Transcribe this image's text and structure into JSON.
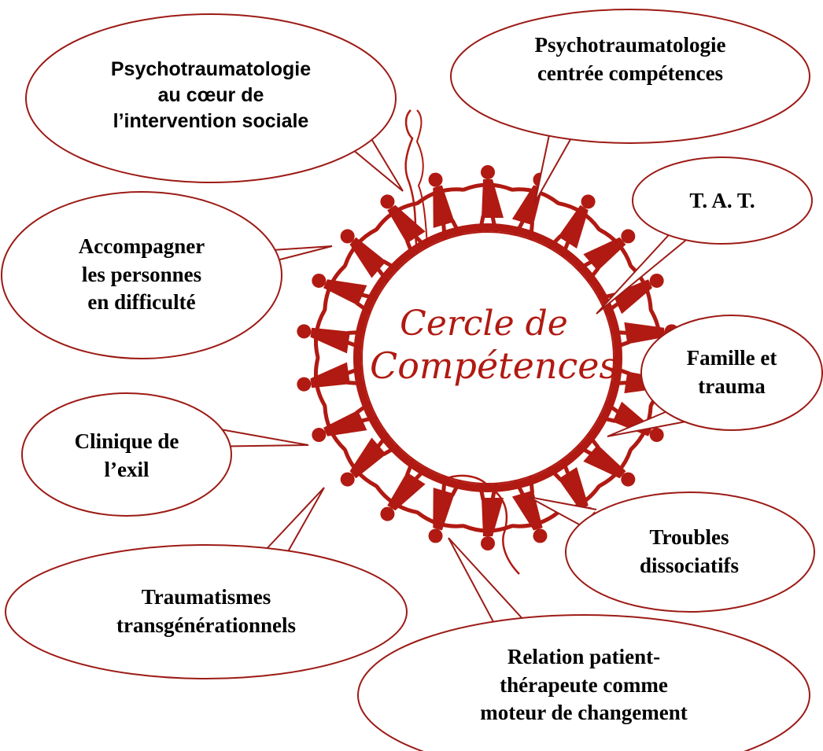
{
  "diagram": {
    "center": {
      "title_line1": "Cercle de",
      "title_line2": "Compétences"
    },
    "bubbles": [
      {
        "id": "psycho-intervention",
        "lines": [
          "Psychotraumatologie",
          "au cœur de",
          "l’intervention sociale"
        ]
      },
      {
        "id": "psycho-competences",
        "lines": [
          "Psychotraumatologie",
          "centrée compétences"
        ]
      },
      {
        "id": "tat",
        "lines": [
          "T. A. T."
        ]
      },
      {
        "id": "accompagner",
        "lines": [
          "Accompagner",
          "les personnes",
          "en difficulté"
        ]
      },
      {
        "id": "famille",
        "lines": [
          "Famille et",
          "trauma"
        ]
      },
      {
        "id": "exil",
        "lines": [
          "Clinique de",
          "l’exil"
        ]
      },
      {
        "id": "troubles",
        "lines": [
          "Troubles",
          "dissociatifs"
        ]
      },
      {
        "id": "transgenerationnels",
        "lines": [
          "Traumatismes",
          "transgénérationnels"
        ]
      },
      {
        "id": "relation",
        "lines": [
          "Relation patient-",
          "thérapeute comme",
          "moteur de changement"
        ]
      }
    ],
    "colors": {
      "bubble_stroke": "#9c1b16",
      "logo_red": "#b01a12",
      "text": "#000000"
    }
  }
}
